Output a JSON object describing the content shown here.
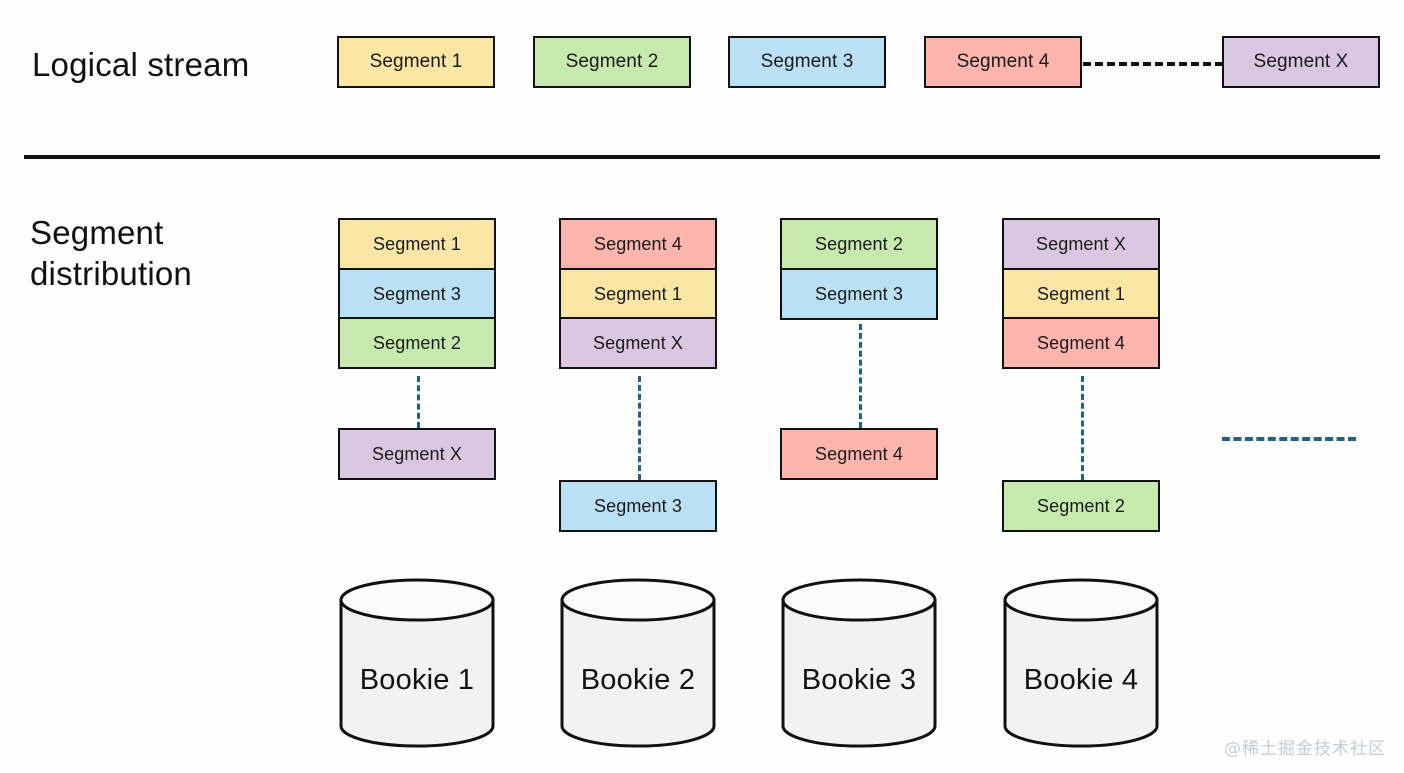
{
  "diagram": {
    "title_rows": {
      "logical_stream_label": "Logical stream",
      "segment_distribution_label": "Segment\ndistribution"
    },
    "colors": {
      "yellow": "#fae6a4",
      "green": "#c6e9ae",
      "blue": "#b9e0f5",
      "pink": "#fcb4ad",
      "purple": "#d9c6e1",
      "outline": "#111111",
      "dash_blue": "#1f6189",
      "cylinder_fill": "#f2f2f2",
      "background": "#fdfefd",
      "watermark": "#c7ccd1"
    },
    "logical_stream": {
      "segments": [
        {
          "label": "Segment 1",
          "color": "yellow"
        },
        {
          "label": "Segment 2",
          "color": "green"
        },
        {
          "label": "Segment 3",
          "color": "blue"
        },
        {
          "label": "Segment 4",
          "color": "pink"
        },
        {
          "label": "Segment X",
          "color": "purple"
        }
      ],
      "ellipsis_connector": "dashed-line"
    },
    "segment_distribution": {
      "columns": [
        {
          "bookie": "Bookie 1",
          "stack": [
            {
              "label": "Segment 1",
              "color": "yellow"
            },
            {
              "label": "Segment 3",
              "color": "blue"
            },
            {
              "label": "Segment 2",
              "color": "green"
            }
          ],
          "tail": {
            "label": "Segment X",
            "color": "purple"
          }
        },
        {
          "bookie": "Bookie 2",
          "stack": [
            {
              "label": "Segment 4",
              "color": "pink"
            },
            {
              "label": "Segment 1",
              "color": "yellow"
            },
            {
              "label": "Segment X",
              "color": "purple"
            }
          ],
          "tail": {
            "label": "Segment 3",
            "color": "blue"
          }
        },
        {
          "bookie": "Bookie 3",
          "stack": [
            {
              "label": "Segment 2",
              "color": "green"
            },
            {
              "label": "Segment 3",
              "color": "blue"
            }
          ],
          "tail": {
            "label": "Segment 4",
            "color": "pink"
          }
        },
        {
          "bookie": "Bookie 4",
          "stack": [
            {
              "label": "Segment X",
              "color": "purple"
            },
            {
              "label": "Segment 1",
              "color": "yellow"
            },
            {
              "label": "Segment 4",
              "color": "pink"
            }
          ],
          "tail": {
            "label": "Segment 2",
            "color": "green"
          }
        }
      ],
      "more_columns_indicator": "dashed-line"
    },
    "watermark": "@稀土掘金技术社区"
  }
}
